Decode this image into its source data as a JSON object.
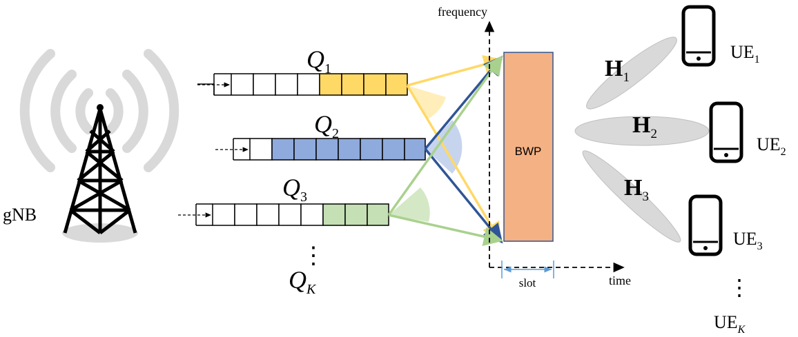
{
  "base_station": {
    "label": "gNB"
  },
  "queues": [
    {
      "symbol": "Q",
      "sub": "1",
      "color": "#ffd966"
    },
    {
      "symbol": "Q",
      "sub": "2",
      "color": "#8faadc"
    },
    {
      "symbol": "Q",
      "sub": "3",
      "color": "#c5e0b4"
    },
    {
      "symbol": "Q",
      "sub": "K"
    }
  ],
  "axes": {
    "y_label": "frequency",
    "x_label": "time",
    "slot_label": "slot"
  },
  "bwp": {
    "label": "BWP",
    "color": "#f4b183"
  },
  "channels": [
    {
      "symbol": "H",
      "sub": "1"
    },
    {
      "symbol": "H",
      "sub": "2"
    },
    {
      "symbol": "H",
      "sub": "3"
    }
  ],
  "users": [
    {
      "symbol": "UE",
      "sub": "1"
    },
    {
      "symbol": "UE",
      "sub": "2"
    },
    {
      "symbol": "UE",
      "sub": "3"
    },
    {
      "symbol": "UE",
      "sub": "K"
    }
  ],
  "ellipsis": "⋮"
}
